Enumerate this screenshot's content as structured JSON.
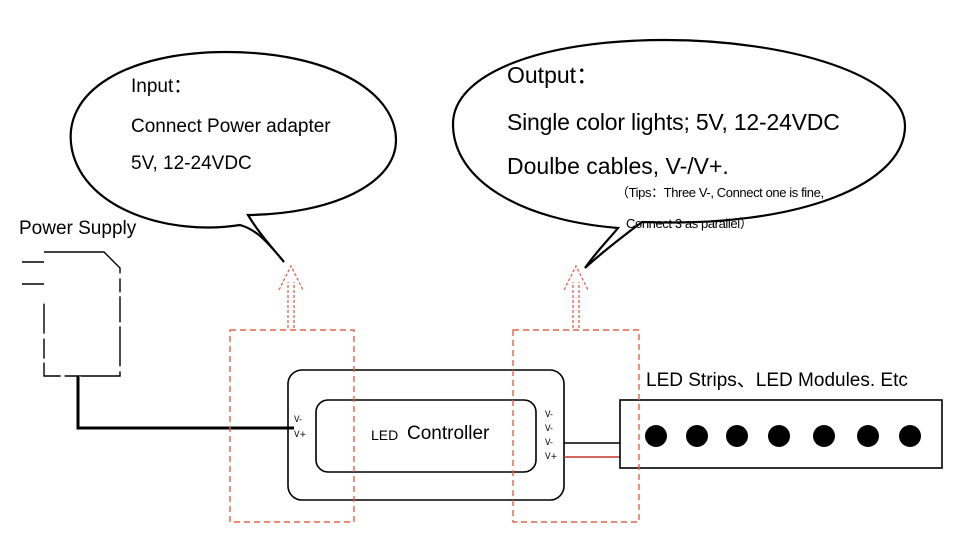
{
  "input_bubble": {
    "title": "Input：",
    "line1": "Connect Power adapter",
    "line2": "5V, 12-24VDC"
  },
  "output_bubble": {
    "title": "Output：",
    "line1": "Single color lights; 5V, 12-24VDC",
    "line2": "Doulbe cables, V-/V+.",
    "tip1": "（Tips：Three V-, Connect one is fine,",
    "tip2": "Connect 3 as parallel）"
  },
  "power_supply": {
    "label": "Power Supply"
  },
  "controller": {
    "label_prefix": "LED",
    "label_main": "Controller",
    "input_pins": [
      "V-",
      "V+"
    ],
    "output_pins": [
      "V-",
      "V-",
      "V-",
      "V+"
    ]
  },
  "led_strip": {
    "label": "LED Strips、LED Modules. Etc"
  },
  "colors": {
    "highlight_dash": "#e8614a",
    "vplus_wire": "#c0392b",
    "line": "#000000"
  },
  "icons": {
    "arrow": "dashed-up-arrow",
    "bubble": "speech-bubble"
  }
}
